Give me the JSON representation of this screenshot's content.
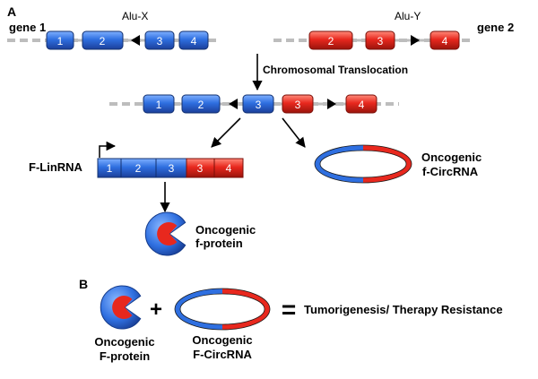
{
  "panel_a_label": "A",
  "panel_b_label": "B",
  "colors": {
    "blue": "#2f6fe0",
    "red": "#e8281e",
    "gray": "#bdbdbd",
    "black": "#000000"
  },
  "top": {
    "gene1_label": "gene 1",
    "gene2_label": "gene 2",
    "alu_x_label": "Alu-X",
    "alu_y_label": "Alu-Y",
    "gene1_exons": [
      "1",
      "2",
      "3",
      "4"
    ],
    "gene2_exons": [
      "2",
      "3",
      "4"
    ]
  },
  "translocation_label": "Chromosomal Translocation",
  "fused": {
    "blue_exons": [
      "1",
      "2",
      "3"
    ],
    "red_exons": [
      "3",
      "4"
    ]
  },
  "linrna": {
    "label": "F-LinRNA",
    "blue_exons": [
      "1",
      "2",
      "3"
    ],
    "red_exons": [
      "3",
      "4"
    ]
  },
  "circrna_a": {
    "line1": "Oncogenic",
    "line2": "f-CircRNA"
  },
  "protein_a": {
    "line1": "Oncogenic",
    "line2": "f-protein"
  },
  "panel_b": {
    "plus": "+",
    "equals": "=",
    "outcome": "Tumorigenesis/ Therapy Resistance",
    "protein_line1": "Oncogenic",
    "protein_line2": "F-protein",
    "circ_line1": "Oncogenic",
    "circ_line2": "F-CircRNA"
  }
}
